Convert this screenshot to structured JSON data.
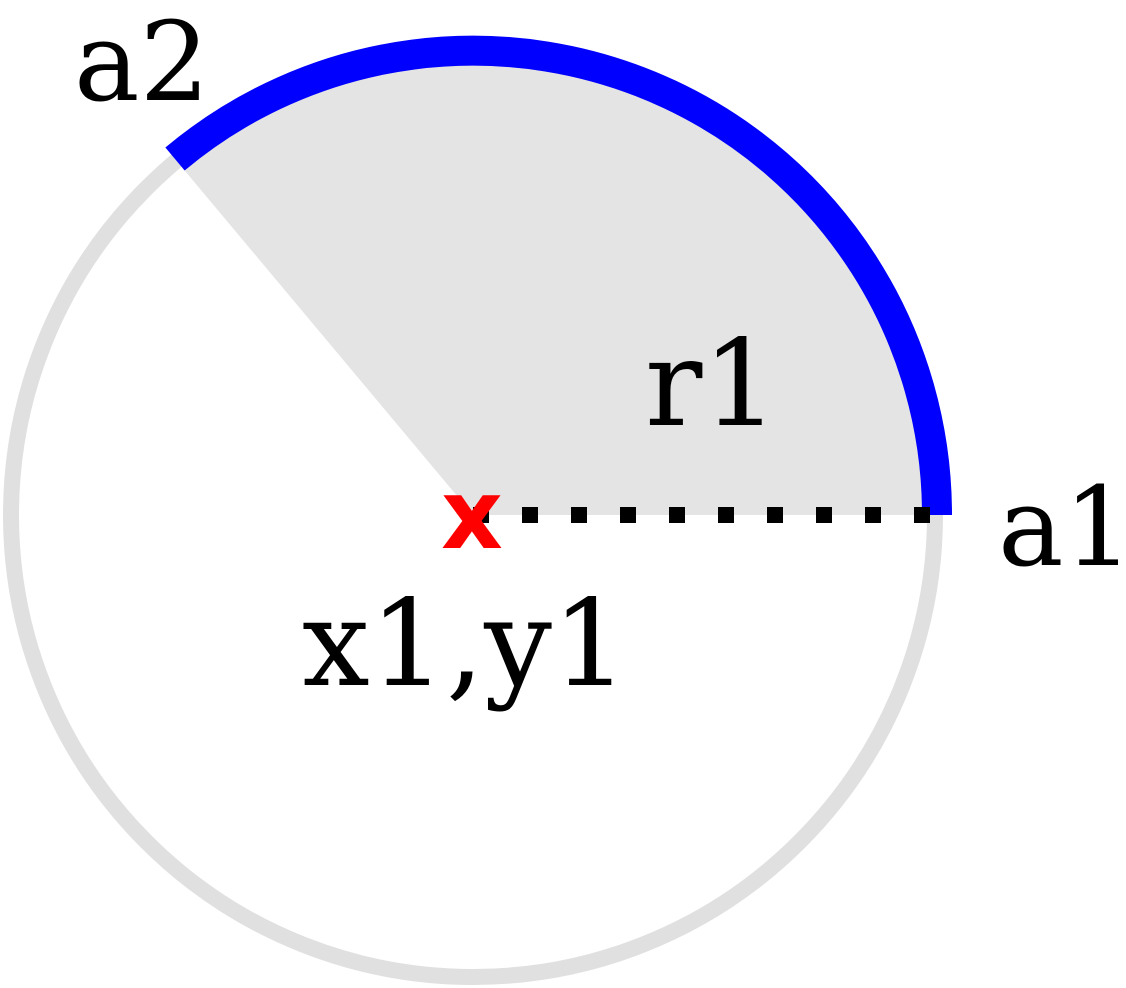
{
  "labels": {
    "start_angle": "a2",
    "end_angle": "a1",
    "radius": "r1",
    "center_coords": "x1,y1",
    "center_mark": "x"
  },
  "colors": {
    "arc_stroke": "#0000ff",
    "sector_fill": "#e4e4e4",
    "circle_outline": "#e0e0e0",
    "center_mark": "#ff0000",
    "radius_line": "#000000",
    "text": "#000000"
  }
}
